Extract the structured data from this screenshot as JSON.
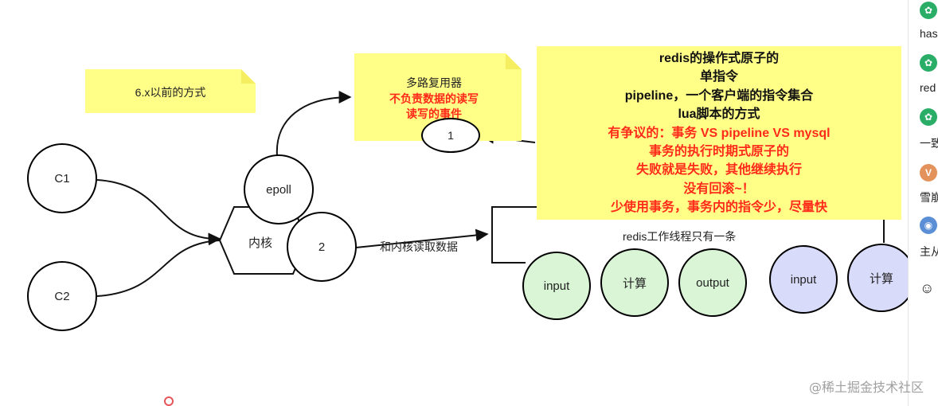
{
  "notes": {
    "old_way": "6.x以前的方式",
    "multiplexer_title": "多路复用器",
    "multiplexer_red1": "不负责数据的读写",
    "multiplexer_red2": "读写的事件",
    "big_lines": [
      {
        "text": "redis的操作式原子的",
        "color": "dark"
      },
      {
        "text": "单指令",
        "color": "dark"
      },
      {
        "text": "pipeline，一个客户端的指令集合",
        "color": "dark"
      },
      {
        "text": "lua脚本的方式",
        "color": "dark"
      },
      {
        "text": "有争议的：事务 VS pipeline VS mysql",
        "color": "red"
      },
      {
        "text": "事务的执行时期式原子的",
        "color": "red"
      },
      {
        "text": "失败就是失败，其他继续执行",
        "color": "red"
      },
      {
        "text": "没有回滚~！",
        "color": "red"
      },
      {
        "text": "少使用事务，事务内的指令少，尽量快",
        "color": "red"
      }
    ]
  },
  "nodes": {
    "c1": "C1",
    "c2": "C2",
    "epoll": "epoll",
    "kernel": "内核",
    "n2": "2",
    "n1": "1",
    "input1": "input",
    "compute1": "计算",
    "output": "output",
    "input2": "input",
    "compute2": "计算"
  },
  "labels": {
    "kernel_read": "和内核读取数据",
    "single_thread": "redis工作线程只有一条"
  },
  "sidebar": {
    "items": [
      {
        "avatar": "wechat-icon",
        "color": "#2aae67",
        "text": "has"
      },
      {
        "avatar": "wechat-icon",
        "color": "#2aae67",
        "text": "red"
      },
      {
        "avatar": "wechat-icon",
        "color": "#2aae67",
        "text": "一致"
      },
      {
        "avatar": "V",
        "color": "#e2925a",
        "text": "雪崩"
      },
      {
        "avatar": "globe-icon",
        "color": "#5a8fd6",
        "text": "主从"
      }
    ],
    "emoji": "☺"
  },
  "watermark": "@稀土掘金技术社区",
  "colors": {
    "note_yellow": "#ffff88",
    "note_fold": "#f5ee60",
    "green_fill": "#d9f5d6",
    "purple_fill": "#d9dbfb",
    "red_text": "#ff2a1a"
  }
}
